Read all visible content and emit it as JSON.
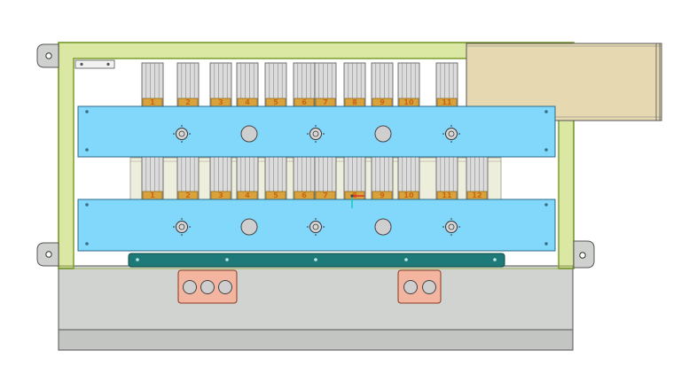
{
  "viewport": {
    "background": "#ffffff"
  },
  "colors": {
    "frame": "#bcd65a",
    "frame_stroke": "#6f8f1f",
    "busbar": "#82d8fb",
    "busbar_stroke": "#2a6a8a",
    "base_plate": "#d1d3d0",
    "base_dark": "#b8bab7",
    "terminal_bar": "#1e7a78",
    "terminal_pad": "#f3b5a0",
    "motor_box": "#e6d9b2",
    "hole": "#cfcfcf",
    "fuse_body": "#dcdcdc",
    "fuse_label": "#d9a23a"
  },
  "icons": {
    "mounting": "mounting-hole-icon",
    "center_mark": "center-mark-icon",
    "axis": "axis-triad-icon"
  },
  "top_row": {
    "labels": [
      "1",
      "2",
      "3",
      "4",
      "5",
      "6",
      "7",
      "8",
      "9",
      "10",
      "11"
    ]
  },
  "bottom_row": {
    "labels": [
      "1",
      "2",
      "3",
      "4",
      "5",
      "6",
      "7",
      "8",
      "9",
      "10",
      "11",
      "12"
    ]
  }
}
